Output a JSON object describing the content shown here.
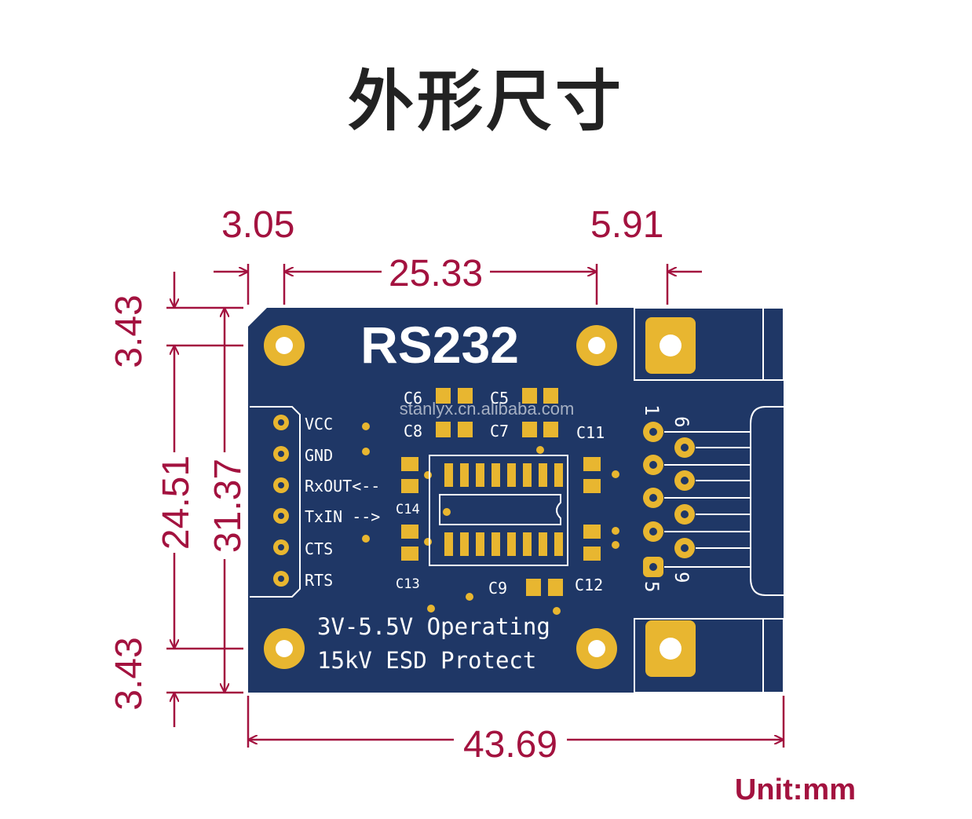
{
  "title": "外形尺寸",
  "dimensions": {
    "left_margin": "3.05",
    "right_margin": "5.91",
    "hole_spacing_x": "25.33",
    "top_margin": "3.43",
    "bottom_margin": "3.43",
    "hole_spacing_y": "24.51",
    "board_height": "31.37",
    "board_width": "43.69"
  },
  "unit": "Unit:mm",
  "watermark": "stanlyx.cn.alibaba.com",
  "board": {
    "name": "RS232",
    "slogan_line1": "3V-5.5V Operating",
    "slogan_line2": "15kV ESD Protect",
    "pins": [
      "VCC",
      "GND",
      "RxOUT<--",
      "TxIN -->",
      "CTS",
      "RTS"
    ],
    "components": [
      "C6",
      "C5",
      "C8",
      "C7",
      "C11",
      "C14",
      "C13",
      "C9",
      "C12"
    ],
    "db9_numbers": [
      "1",
      "6",
      "5",
      "9"
    ],
    "colors": {
      "pcb": "#1f3766",
      "pad": "#e8b630",
      "dimension": "#a3123f"
    }
  }
}
